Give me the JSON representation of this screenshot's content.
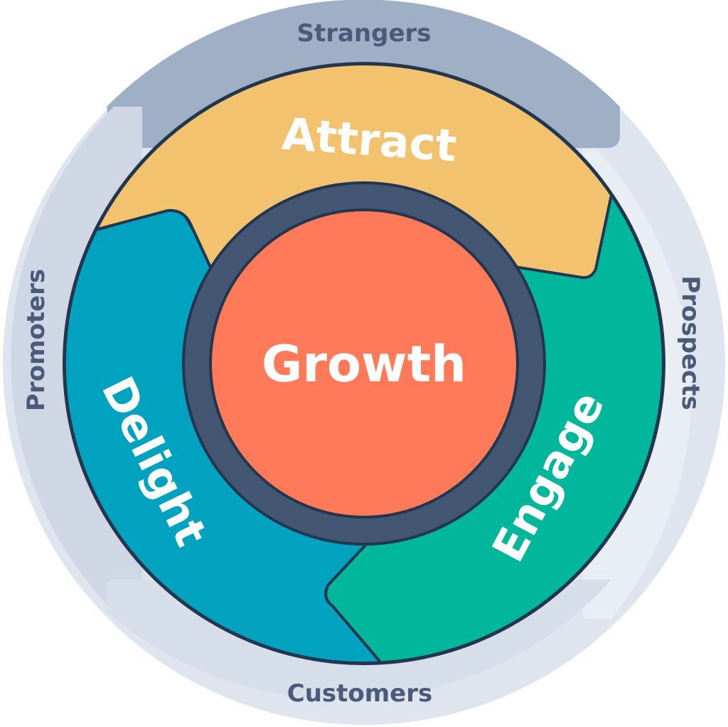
{
  "outer_ring": {
    "strangers": "Strangers",
    "prospects": "Prospects",
    "customers": "Customers",
    "promoters": "Promoters"
  },
  "stages": {
    "attract": "Attract",
    "engage": "Engage",
    "delight": "Delight"
  },
  "hub": {
    "label": "Growth"
  },
  "colors": {
    "outer_ring": "#dfe5ee",
    "strangers_band": "#9fb0c6",
    "attract": "#f2c26e",
    "engage": "#00b79c",
    "delight": "#00a2bf",
    "hub_ring": "#435772",
    "hub": "#ff7a59",
    "outline": "#24364f"
  }
}
